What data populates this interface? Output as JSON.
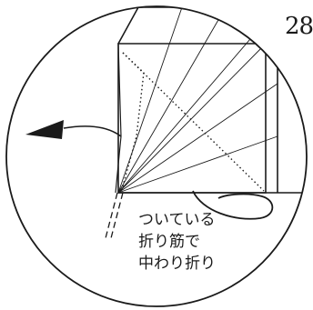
{
  "step": {
    "number": "28"
  },
  "instruction": {
    "lines": [
      "ついている",
      "折り筋で",
      "中わり折り"
    ]
  },
  "colors": {
    "ink": "#1a1a1a",
    "paper": "#ffffff"
  },
  "icons": {
    "fold_arrow": "curved-arrow-left",
    "loop_arrow": "loop-arrow"
  }
}
